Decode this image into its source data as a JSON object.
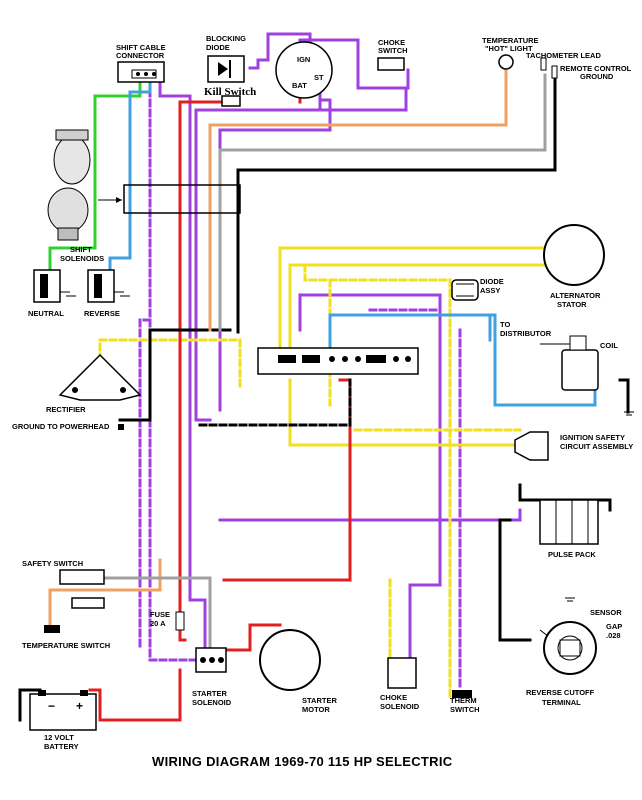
{
  "title": "WIRING DIAGRAM  1969-70 115 HP   SELECTRIC",
  "labels": {
    "shift_cable_connector_1": "SHIFT  CABLE",
    "shift_cable_connector_2": "CONNECTOR",
    "blocking_diode_1": "BLOCKING",
    "blocking_diode_2": "DIODE",
    "kill_switch": "Kill Switch",
    "ign": "IGN",
    "bat": "BAT",
    "st": "ST",
    "choke_switch_1": "CHOKE",
    "choke_switch_2": "SWITCH",
    "temp_light_1": "TEMPERATURE",
    "temp_light_2": "\"HOT\" LIGHT",
    "tach_lead": "TACHOMETER LEAD",
    "remote_ground_1": "REMOTE CONTROL",
    "remote_ground_2": "GROUND",
    "shift_solenoids_1": "SHIFT",
    "shift_solenoids_2": "SOLENOIDS",
    "neutral": "NEUTRAL",
    "reverse": "REVERSE",
    "diode_assy_1": "DIODE",
    "diode_assy_2": "ASSY",
    "alternator_1": "ALTERNATOR",
    "alternator_2": "STATOR",
    "to_distributor_1": "TO",
    "to_distributor_2": "DISTRIBUTOR",
    "coil": "COIL",
    "rectifier": "RECTIFIER",
    "ground_powerhead": "GROUND TO POWERHEAD",
    "ignition_safety_1": "IGNITION  SAFETY",
    "ignition_safety_2": "CIRCUIT ASSEMBLY",
    "pulse_pack": "PULSE PACK",
    "safety_switch": "SAFETY SWITCH",
    "temperature_switch": "TEMPERATURE SWITCH",
    "fuse_1": "FUSE",
    "fuse_2": "20 A",
    "sensor": "SENSOR",
    "gap_1": "GAP",
    "gap_2": ".028",
    "reverse_cutoff_1": "REVERSE CUTOFF",
    "reverse_cutoff_2": "TERMINAL",
    "battery_1": "12 VOLT",
    "battery_2": "BATTERY",
    "starter_solenoid_1": "STARTER",
    "starter_solenoid_2": "SOLENOID",
    "starter_motor_1": "STARTER",
    "starter_motor_2": "MOTOR",
    "choke_solenoid_1": "CHOKE",
    "choke_solenoid_2": "SOLENOID",
    "therm_switch_1": "THERM",
    "therm_switch_2": "SWITCH"
  },
  "wire_colors": {
    "purple": "#a040e0",
    "yellow": "#f0e020",
    "red": "#e02020",
    "black": "#000000",
    "green": "#30d030",
    "blue": "#40a0e0",
    "orange": "#f0a060",
    "gray": "#a0a0a0"
  }
}
